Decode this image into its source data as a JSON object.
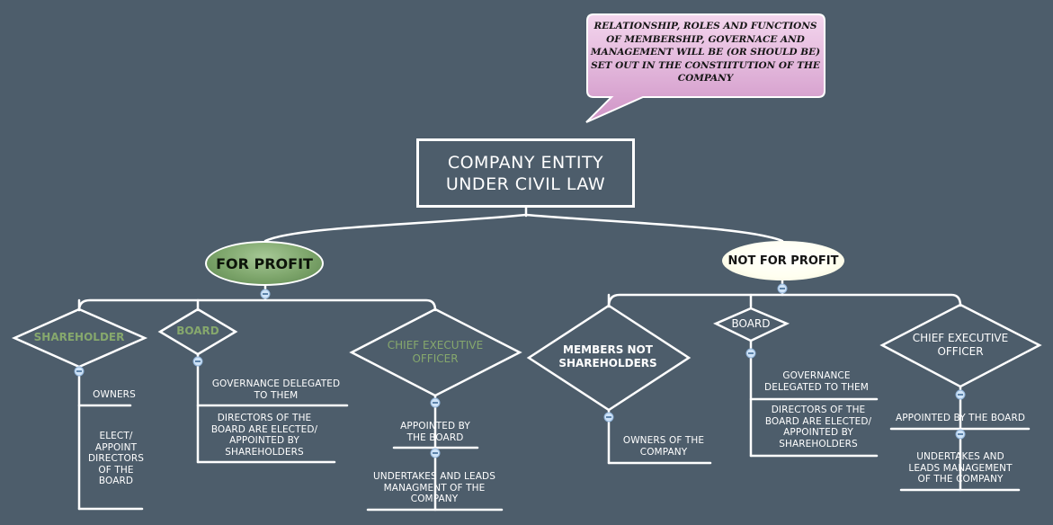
{
  "callout": {
    "text": "RELATIONSHIP, ROLES AND FUNCTIONS OF MEMBERSHIP, GOVERNACE AND MANAGEMENT WILL BE (OR SHOULD BE) SET OUT IN THE CONSTIITUTION OF THE COMPANY"
  },
  "root": {
    "line1": "COMPANY ENTITY",
    "line2": "UNDER CIVIL LAW"
  },
  "for_profit": {
    "label": "FOR PROFIT",
    "shareholder": {
      "label": "SHAREHOLDER",
      "items": [
        "OWNERS",
        "ELECT/ APPOINT DIRECTORS OF THE BOARD"
      ]
    },
    "board": {
      "label": "BOARD",
      "items": [
        "GOVERNANCE DELEGATED TO THEM",
        "DIRECTORS OF THE BOARD ARE ELECTED/ APPOINTED BY SHAREHOLDERS"
      ]
    },
    "ceo": {
      "label": "CHIEF EXECUTIVE OFFICER",
      "items": [
        "APPOINTED BY THE BOARD",
        "UNDERTAKES AND LEADS MANAGMENT OF THE COMPANY"
      ]
    }
  },
  "not_for_profit": {
    "label": "NOT FOR PROFIT",
    "members": {
      "label": "MEMBERS NOT SHAREHOLDERS",
      "items": [
        "OWNERS OF THE COMPANY"
      ]
    },
    "board": {
      "label": "BOARD",
      "items": [
        "GOVERNANCE DELEGATED TO THEM",
        "DIRECTORS OF THE BOARD ARE ELECTED/ APPOINTED BY SHAREHOLDERS"
      ]
    },
    "ceo": {
      "label": "CHIEF EXECUTIVE OFFICER",
      "items": [
        "APPOINTED BY THE BOARD",
        "UNDERTAKES AND LEADS MANAGEMENT OF THE COMPANY"
      ]
    }
  },
  "colors": {
    "background": "#4d5d6b",
    "line": "#ffffff",
    "for_profit_fill": "#7da56b",
    "for_profit_child_text": "#86a86d",
    "not_for_profit_fill": "#fffff0",
    "callout_fill": "#d9a6cf",
    "collapse_marker": "#cfe3f7"
  },
  "icons": {
    "collapse": "minus-circle-icon"
  }
}
